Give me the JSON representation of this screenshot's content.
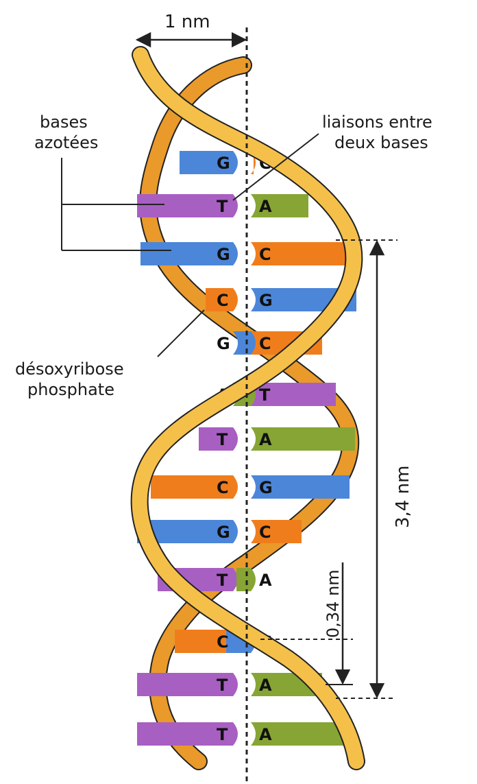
{
  "labels": {
    "width": "1 nm",
    "bases_line1": "bases",
    "bases_line2": "azotées",
    "bonds_line1": "liaisons entre",
    "bonds_line2": "deux bases",
    "backbone_line1": "désoxyribose",
    "backbone_line2": "phosphate",
    "turn_length": "3,4 nm",
    "step_length": "0,34 nm"
  },
  "colors": {
    "strand": "#f2b233",
    "strand_back": "#e99a2a",
    "G": "#4b86d9",
    "C": "#f07d1c",
    "T": "#a85fc2",
    "A": "#86a534"
  },
  "base_pairs": [
    {
      "left": "G",
      "right": "C"
    },
    {
      "left": "T",
      "right": "A"
    },
    {
      "left": "G",
      "right": "C"
    },
    {
      "left": "C",
      "right": "G"
    },
    {
      "left": "G",
      "right": "C"
    },
    {
      "left": "A",
      "right": "T"
    },
    {
      "left": "T",
      "right": "A"
    },
    {
      "left": "C",
      "right": "G"
    },
    {
      "left": "G",
      "right": "C"
    },
    {
      "left": "T",
      "right": "A"
    },
    {
      "left": "C",
      "right": "G"
    },
    {
      "left": "T",
      "right": "A"
    },
    {
      "left": "T",
      "right": "A"
    }
  ]
}
